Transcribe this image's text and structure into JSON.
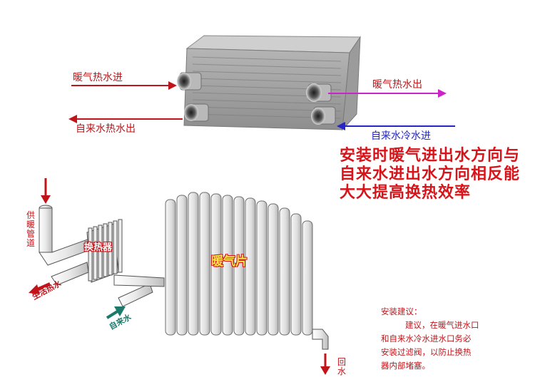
{
  "top_labels": {
    "heating_hot_in": "暖气热水进",
    "tap_hot_out": "自来水热水出",
    "heating_hot_out": "暖气热水出",
    "tap_cold_in": "自来水冷水进"
  },
  "headline": {
    "line1": "安装时暖气进出水方向与",
    "line2": "自来水进出水方向相反能",
    "line3": "大大提高换热效率"
  },
  "diagram_labels": {
    "supply_pipe": "供暖管道",
    "heat_exchanger": "换热器",
    "radiator": "暖气片",
    "domestic_hot_water": "生活热水",
    "tap_water": "自来水",
    "return_water": "回水"
  },
  "advice": {
    "title": "安装建议：",
    "body1": "建议，在暖气进水口",
    "body2": "和自来水冷水进水口务必",
    "body3": "安装过滤阀，以防止换热",
    "body4": "器内部堵塞。"
  },
  "colors": {
    "red": "#c0141a",
    "magenta": "#cc22cc",
    "blue": "#2525c8",
    "teal": "#1d7a6a",
    "headline": "#d6141a"
  }
}
